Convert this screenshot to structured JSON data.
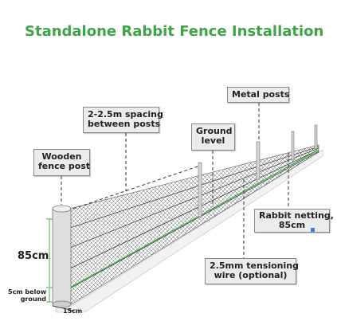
{
  "title": "Standalone Rabbit Fence Installation",
  "colors": {
    "title": "#3fa447",
    "tension_wire": "#3fb24a",
    "callout_bg": "#ececec",
    "mesh": "#555555"
  },
  "labels": {
    "wooden_post_line1": "Wooden",
    "wooden_post_line2": "fence post",
    "spacing_line1": "2-2.5m spacing",
    "spacing_line2": "between posts",
    "ground_line1": "Ground",
    "ground_line2": "level",
    "metal_posts": "Metal posts",
    "netting_line1": "Rabbit netting,",
    "netting_line2": "85cm",
    "tension_line1": "2.5mm tensioning",
    "tension_line2": "wire (optional)"
  },
  "dimensions": {
    "height": "85cm",
    "below_line1": "5cm below",
    "below_line2": "ground",
    "width": "15cm"
  }
}
